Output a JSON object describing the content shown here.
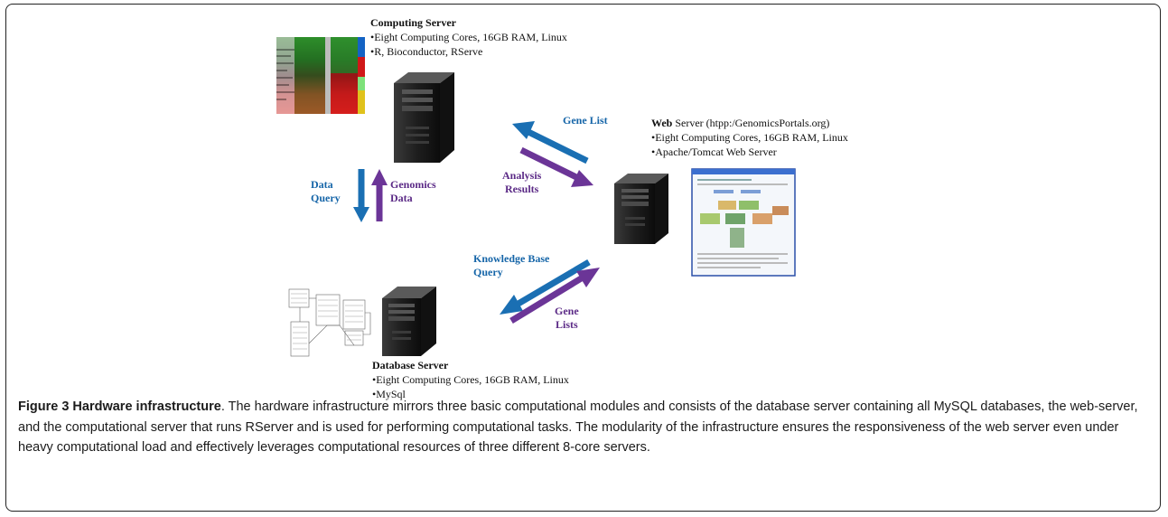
{
  "computing_server": {
    "title": "Computing Server",
    "line1": "•Eight Computing Cores, 16GB RAM, Linux",
    "line2": "•R, Bioconductor, RServe"
  },
  "web_server": {
    "title_bold": "Web",
    "title_rest": " Server (htpp:/GenomicsPortals.org)",
    "line1": "•Eight Computing Cores, 16GB RAM, Linux",
    "line2": "•Apache/Tomcat Web Server"
  },
  "database_server": {
    "title": "Database Server",
    "line1": "•Eight Computing Cores, 16GB RAM, Linux",
    "line2": "•MySql"
  },
  "arrows": {
    "data_query_1": "Data",
    "data_query_2": "Query",
    "genomics_data_1": "Genomics",
    "genomics_data_2": "Data",
    "gene_list": "Gene List",
    "analysis_results_1": "Analysis",
    "analysis_results_2": "Results",
    "kb_query_1": "Knowledge Base",
    "kb_query_2": "Query",
    "gene_lists_1": "Gene",
    "gene_lists_2": "Lists"
  },
  "caption": {
    "title": "Figure 3 Hardware infrastructure",
    "body": ". The hardware infrastructure mirrors three basic computational modules and consists of the database server containing all MySQL databases, the web-server, and the computational server that runs RServer and is used for performing computational tasks. The modularity of the infrastructure ensures the responsiveness of the web server even under heavy computational load and effectively leverages computational resources of three different 8-core servers."
  },
  "colors": {
    "blue_arrow": "#1a6fb3",
    "purple_arrow": "#6b3597",
    "frame": "#222222"
  }
}
